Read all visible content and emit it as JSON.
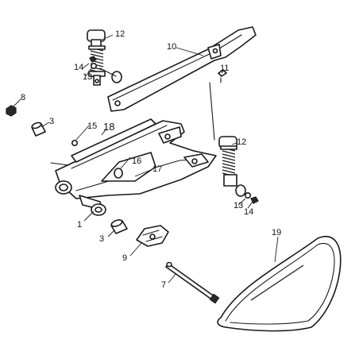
{
  "callouts": {
    "c1": "1",
    "c3a": "3",
    "c3b": "3",
    "c7": "7",
    "c8": "8",
    "c9": "9",
    "c10": "10",
    "c11": "11",
    "c12a": "12",
    "c12b": "12",
    "c13a": "13",
    "c13b": "13",
    "c14a": "14",
    "c14b": "14",
    "c15": "15",
    "c16": "16",
    "c17": "17",
    "c18": "18",
    "c19": "19"
  }
}
